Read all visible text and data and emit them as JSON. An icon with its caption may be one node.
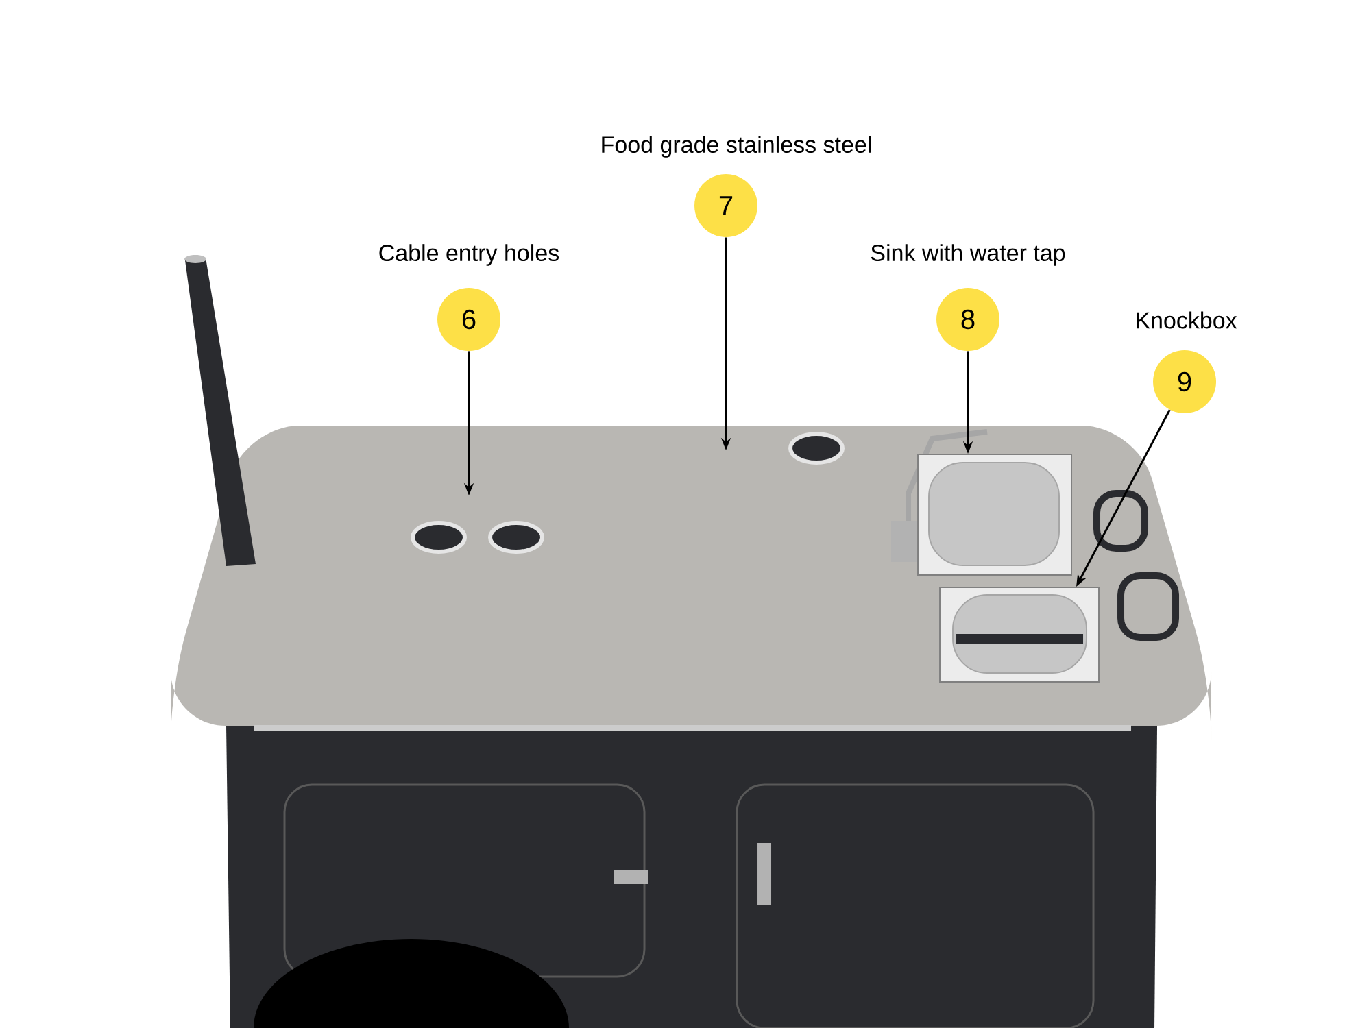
{
  "diagram": {
    "nodes": [
      {
        "text": [
          "6"
        ],
        "beside": [
          "Cable entry holes"
        ]
      },
      {
        "text": [
          "7"
        ],
        "beside": [
          "Food grade stainless steel"
        ]
      },
      {
        "text": [
          "8"
        ],
        "beside": [
          "Sink with water tap"
        ]
      },
      {
        "text": [
          "9"
        ],
        "beside": [
          "Knockbox"
        ]
      },
      {
        "text": [],
        "shape": "picture"
      },
      {
        "text": [],
        "shape": "picture"
      }
    ],
    "edges": [
      {
        "from": 0,
        "to": null,
        "arrow": "to"
      },
      {
        "from": 1,
        "to": null,
        "arrow": "to"
      },
      {
        "from": 2,
        "to": 4,
        "arrow": "to"
      },
      {
        "from": 3,
        "to": 5,
        "arrow": "to"
      }
    ]
  }
}
